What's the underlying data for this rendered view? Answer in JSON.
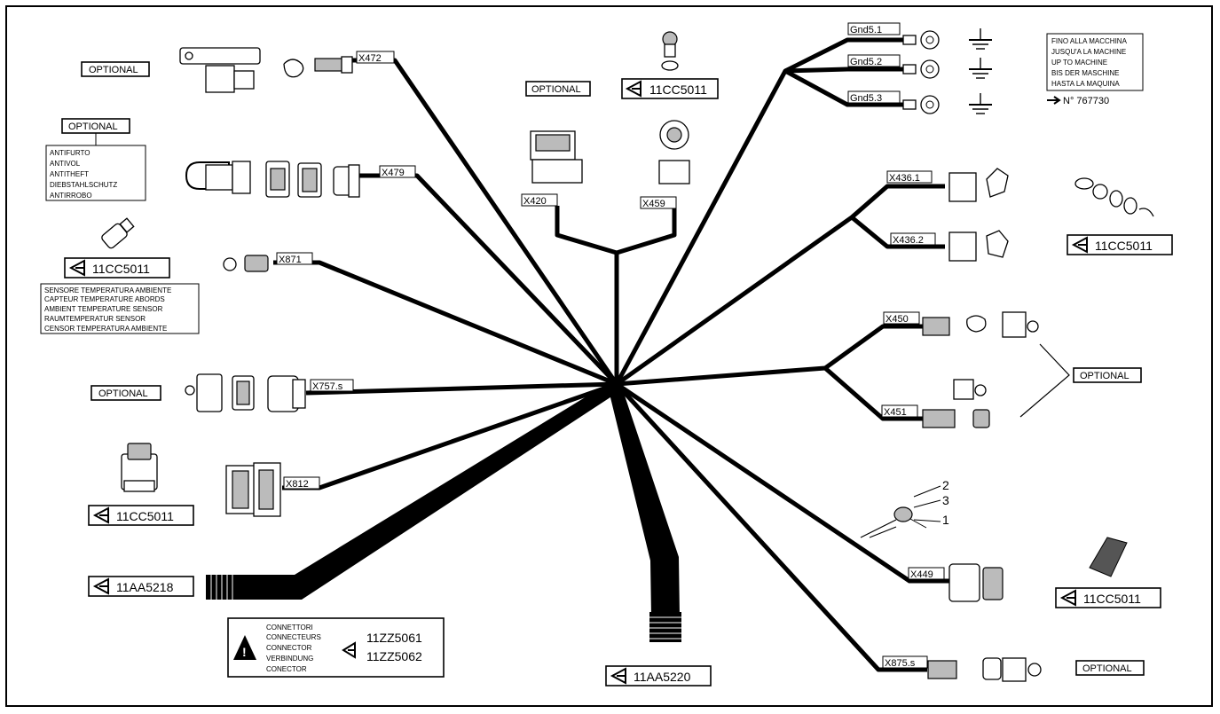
{
  "connectors": {
    "x472": "X472",
    "x479": "X479",
    "x871": "X871",
    "x757s": "X757.s",
    "x812": "X812",
    "x420": "X420",
    "x459": "X459",
    "x436_1": "X436.1",
    "x436_2": "X436.2",
    "x450": "X450",
    "x451": "X451",
    "x449": "X449",
    "x875s": "X875.s"
  },
  "grounds": [
    "Gnd5.1",
    "Gnd5.2",
    "Gnd5.3"
  ],
  "optional_label": "OPTIONAL",
  "references": {
    "cc5011": "11CC5011",
    "aa5218": "11AA5218",
    "aa5220": "11AA5220",
    "zz5061": "11ZZ5061",
    "zz5062": "11ZZ5062"
  },
  "antitheft": [
    "ANTIFURTO",
    "ANTIVOL",
    "ANTITHEFT",
    "DIEBSTAHLSCHUTZ",
    "ANTIRROBO"
  ],
  "sensor_caption": [
    "SENSORE TEMPERATURA AMBIENTE",
    "CAPTEUR TEMPERATURE ABORDS",
    "AMBIENT TEMPERATURE SENSOR",
    "RAUMTEMPERATUR SENSOR",
    "CENSOR TEMPERATURA AMBIENTE"
  ],
  "machine_note": [
    "FINO ALLA MACCHINA",
    "JUSQU'A LA MACHINE",
    "UP TO MACHINE",
    "BIS DER MASCHINE",
    "HASTA LA MAQUINA"
  ],
  "machine_ref": "N° 767730",
  "connector_note": [
    "CONNETTORI",
    "CONNECTEURS",
    "CONNECTOR",
    "VERBINDUNG",
    "CONECTOR"
  ],
  "pin_labels": [
    "2",
    "3",
    "1"
  ]
}
